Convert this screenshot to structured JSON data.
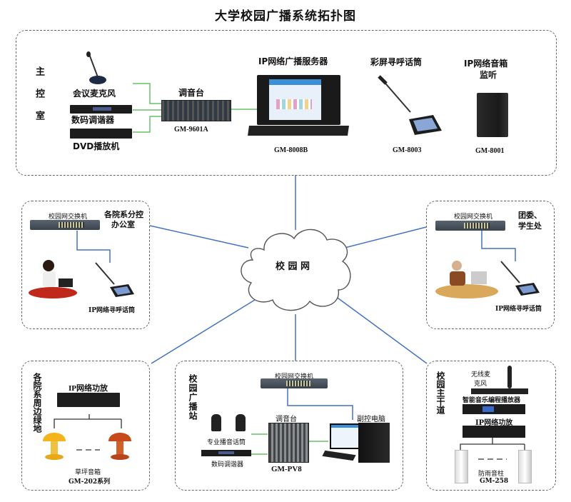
{
  "title": "大学校园广播系统拓扑图",
  "cloud_label": "校 园 网",
  "colors": {
    "network_line": "#4472c4",
    "audio_line": "#6abf69",
    "box_border": "#666666"
  },
  "main_control": {
    "label": "主控室",
    "devices": {
      "conference_mic": "会议麦克风",
      "digital_tuner": "数码调谐器",
      "dvd_player": "DVD播放机",
      "mixer": {
        "label": "调音台",
        "model": "GM-9601A"
      },
      "server": {
        "label": "IP网络广播服务器",
        "model": "GM-8008B"
      },
      "paging_mic": {
        "label": "彩屏寻呼话筒",
        "model": "GM-8003"
      },
      "monitor_speaker": {
        "label_line1": "IP网络音箱",
        "label_line2": "监听",
        "model": "GM-8001"
      }
    }
  },
  "dept_office": {
    "label_line1": "各院系分控",
    "label_line2": "办公室",
    "switch": "校园网交换机",
    "paging_mic": "IP网络寻呼话筒"
  },
  "league_office": {
    "label_line1": "团委、",
    "label_line2": "学生处",
    "switch": "校园网交换机",
    "paging_mic": "IP网络寻呼话筒"
  },
  "green_area": {
    "label": "各院系周边绿地",
    "amplifier": "IP网络功放",
    "speaker_label": "草坪音箱",
    "speaker_model": "GM-202系列"
  },
  "station": {
    "label": "校园广播站",
    "switch": "校园网交换机",
    "mics": "专业播音话筒",
    "tuner": "数码调谐器",
    "mixer": {
      "label": "调音台",
      "model": "GM-PV8"
    },
    "computer": "副控电脑"
  },
  "main_road": {
    "label": "校园主干道",
    "wireless_mic_line1": "无线麦",
    "wireless_mic_line2": "克风",
    "music_player": "智能音乐编程播放器",
    "amplifier": "IP网络功放",
    "speaker_label": "防雨音柱",
    "speaker_model": "GM-258"
  }
}
